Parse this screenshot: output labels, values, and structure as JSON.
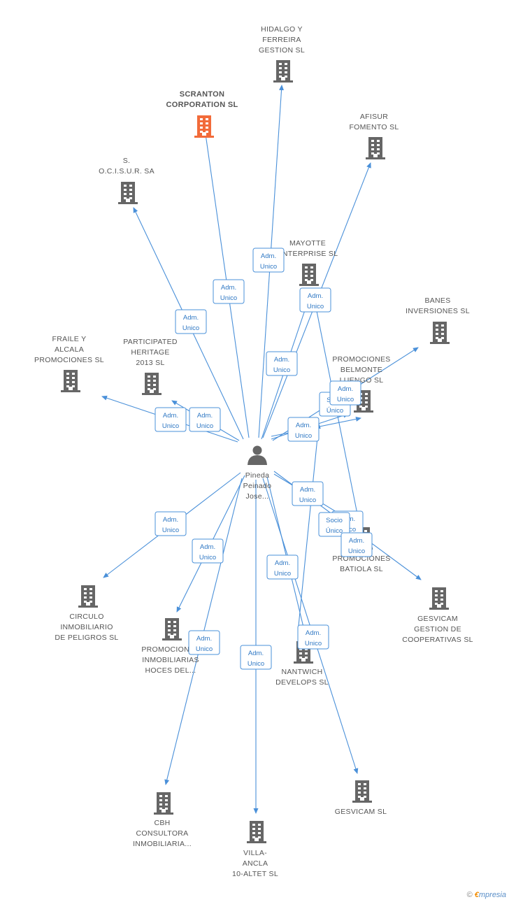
{
  "colors": {
    "edge": "#4a90d9",
    "building": "#666666",
    "highlight": "#f26b3a",
    "person": "#666666"
  },
  "center": {
    "name": "center-person",
    "label": [
      "Pineda",
      "Peinado",
      "Jose..."
    ]
  },
  "companies": [
    {
      "name": "hidalgo-y-ferreira",
      "label": [
        "HIDALGO Y",
        "FERREIRA",
        "GESTION SL"
      ]
    },
    {
      "name": "scranton-corporation",
      "label": [
        "SCRANTON",
        "CORPORATION SL"
      ],
      "highlight": true
    },
    {
      "name": "afisur-fomento",
      "label": [
        "AFISUR",
        "FOMENTO SL"
      ]
    },
    {
      "name": "ocisur",
      "label": [
        "S.",
        "O.C.I.S.U.R. SA"
      ]
    },
    {
      "name": "mayotte-enterprise",
      "label": [
        "MAYOTTE",
        "ENTERPRISE SL"
      ]
    },
    {
      "name": "banes-inversiones",
      "label": [
        "BANES",
        "INVERSIONES SL"
      ]
    },
    {
      "name": "fraile-y-alcala",
      "label": [
        "FRAILE Y",
        "ALCALA",
        "PROMOCIONES SL"
      ]
    },
    {
      "name": "participated-heritage",
      "label": [
        "PARTICIPATED",
        "HERITAGE",
        "2013 SL"
      ]
    },
    {
      "name": "promociones-belmonte",
      "label": [
        "PROMOCIONES",
        "BELMONTE",
        "LUENGO SL"
      ]
    },
    {
      "name": "promociones-batiola",
      "label": [
        "PROMOCIONES",
        "BATIOLA SL"
      ]
    },
    {
      "name": "circulo-inmobiliario",
      "label": [
        "CIRCULO",
        "INMOBILIARIO",
        "DE PELIGROS SL"
      ]
    },
    {
      "name": "gesvicam-cooperativas",
      "label": [
        "GESVICAM",
        "GESTION DE",
        "COOPERATIVAS SL"
      ]
    },
    {
      "name": "promociones-hoces",
      "label": [
        "PROMOCIONES",
        "INMOBILIARIAS",
        "HOCES DEL..."
      ]
    },
    {
      "name": "nantwich-develops",
      "label": [
        "NANTWICH",
        "DEVELOPS SL"
      ]
    },
    {
      "name": "gesvicam",
      "label": [
        "GESVICAM SL"
      ]
    },
    {
      "name": "cbh-consultora",
      "label": [
        "CBH",
        "CONSULTORA",
        "INMOBILIARIA..."
      ]
    },
    {
      "name": "villa-ancla",
      "label": [
        "VILLA-",
        "ANCLA",
        "10-ALTET SL"
      ]
    }
  ],
  "edges": [
    {
      "target": "hidalgo-y-ferreira",
      "label": [
        "Adm.",
        "Unico"
      ]
    },
    {
      "target": "scranton-corporation",
      "label": [
        "Adm.",
        "Unico"
      ]
    },
    {
      "target": "afisur-fomento",
      "label": [
        "Adm.",
        "Unico"
      ]
    },
    {
      "target": "ocisur",
      "label": [
        "Adm.",
        "Unico"
      ]
    },
    {
      "target": "mayotte-enterprise",
      "label": [
        "Adm.",
        "Unico"
      ]
    },
    {
      "target": "banes-inversiones",
      "label": [
        "Adm.",
        "Unico"
      ]
    },
    {
      "target": "fraile-y-alcala",
      "label": [
        "Adm.",
        "Unico"
      ]
    },
    {
      "target": "participated-heritage",
      "label": [
        "Adm.",
        "Unico"
      ]
    },
    {
      "target": "promociones-belmonte",
      "label": [
        "Socio",
        "Único"
      ]
    },
    {
      "target": "promociones-batiola",
      "label": [
        "Adm.",
        "Unico"
      ]
    },
    {
      "target": "circulo-inmobiliario",
      "label": [
        "Adm.",
        "Unico"
      ]
    },
    {
      "target": "gesvicam-cooperativas",
      "label": [
        "Adm.",
        "Unico"
      ]
    },
    {
      "target": "promociones-hoces",
      "label": [
        "Adm.",
        "Unico"
      ]
    },
    {
      "target": "nantwich-develops",
      "label": [
        "Adm.",
        "Unico"
      ]
    },
    {
      "target": "gesvicam",
      "label": [
        "Adm.",
        "Unico"
      ]
    },
    {
      "target": "cbh-consultora",
      "label": [
        "Adm.",
        "Unico"
      ]
    },
    {
      "target": "villa-ancla",
      "label": [
        "Adm.",
        "Unico"
      ]
    },
    {
      "target": "promociones-belmonte",
      "label": [
        "Adm.",
        "Unico"
      ]
    },
    {
      "target": "promociones-batiola",
      "label": [
        "Socio",
        "Único"
      ]
    },
    {
      "target": "promociones-batiola",
      "label": [
        "Adm.",
        "Unico"
      ]
    }
  ],
  "brand": {
    "copyright": "©",
    "e": "€",
    "rest": "mpresia"
  }
}
